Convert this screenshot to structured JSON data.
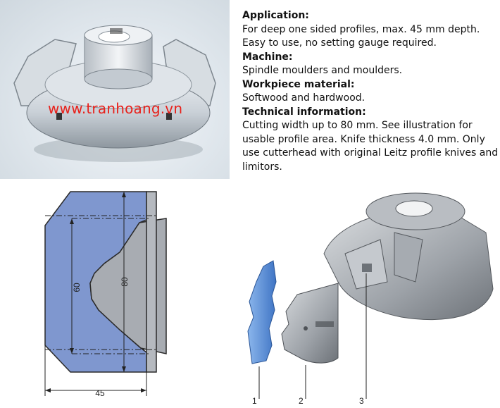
{
  "watermark": "www.tranhoang.vn",
  "info": {
    "application_heading": "Application:",
    "application_text": "For deep one sided profiles, max. 45 mm depth. Easy to use, no setting gauge required.",
    "machine_heading": "Machine:",
    "machine_text": "Spindle moulders and moulders.",
    "material_heading": "Workpiece material:",
    "material_text": "Softwood and hardwood.",
    "technical_heading": "Technical information:",
    "technical_text": "Cutting width up to 80 mm. See illustration for usable profile area. Knife thickness 4.0 mm. Only use cutterhead with original Leitz profile knives and limitors."
  },
  "profile_drawing": {
    "dim_60": "60",
    "dim_80": "80",
    "dim_45": "45"
  },
  "exploded_view": {
    "label_1": "1",
    "label_2": "2",
    "label_3": "3"
  },
  "colors": {
    "watermark": "#e8201a",
    "profile_blue": "#7f97cf",
    "steel_gray": "#a8acb2",
    "knife_blue": "#5b8fd6"
  }
}
